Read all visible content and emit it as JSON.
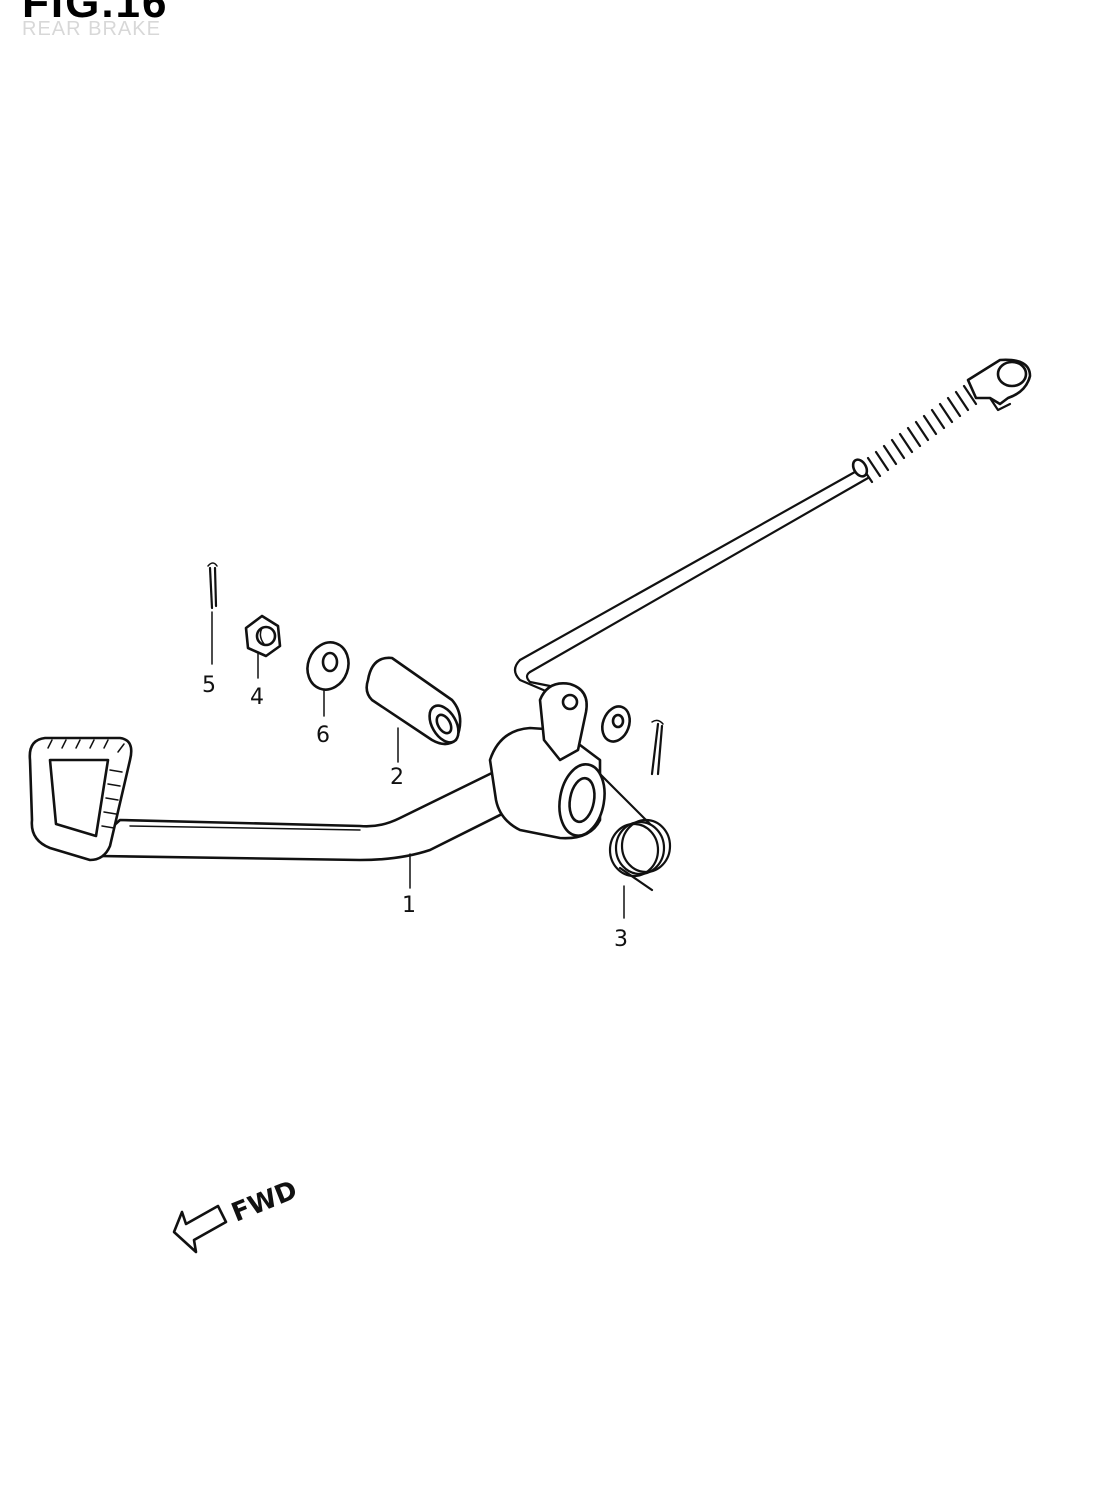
{
  "header": {
    "title": "FIG.16",
    "subtitle": "REAR BRAKE"
  },
  "callouts": [
    {
      "id": "1",
      "label": "1"
    },
    {
      "id": "2",
      "label": "2"
    },
    {
      "id": "3",
      "label": "3"
    },
    {
      "id": "4",
      "label": "4"
    },
    {
      "id": "5",
      "label": "5"
    },
    {
      "id": "6",
      "label": "6"
    }
  ],
  "direction": {
    "label": "FWD",
    "icon": "left-arrow-icon"
  }
}
